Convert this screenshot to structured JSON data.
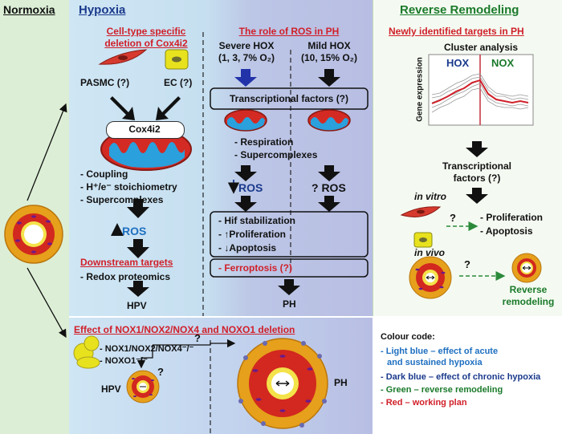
{
  "headers": {
    "normoxia": "Normoxia",
    "hypoxia": "Hypoxia",
    "reverse_remodeling": "Reverse Remodeling"
  },
  "cox": {
    "title_line1": "Cell-type specific",
    "title_line2": "deletion of Cox4i2",
    "pasmc": "PASMC (?)",
    "ec": "EC (?)",
    "cox_label": "Cox4i2",
    "effects": [
      "- Coupling",
      "- H⁺/e⁻ stoichiometry",
      "- Supercomplexes"
    ],
    "ros": "ROS",
    "downstream_title": "Downstream targets",
    "downstream_item": "- Redox proteomics",
    "hpv": "HPV"
  },
  "ros_role": {
    "title": "The role of ROS in PH",
    "severe_line1": "Severe HOX",
    "severe_line2": "(1, 3, 7% O₂)",
    "mild_line1": "Mild HOX",
    "mild_line2": "(10, 15% O₂)",
    "transcriptional": "Transcriptional factors (?)",
    "mito_effects": [
      "- Respiration",
      "- Supercomplexes"
    ],
    "ros_down": "ROS",
    "ros_unknown": "? ROS",
    "outcomes": [
      "- Hif stabilization",
      "- ↑Proliferation",
      "- ↓Apoptosis"
    ],
    "ferroptosis": "- Ferroptosis (?)",
    "ph": "PH"
  },
  "reverse": {
    "title": "Newly identified targets in PH",
    "cluster_title": "Cluster analysis",
    "hox": "HOX",
    "nox": "NOX",
    "ylabel": "Gene expression",
    "tf_line1": "Transcriptional",
    "tf_line2": "factors (?)",
    "in_vitro": "in vitro",
    "in_vivo": "in vivo",
    "question": "?",
    "effects": [
      "- Proliferation",
      "- Apoptosis"
    ],
    "remodel_line1": "Reverse",
    "remodel_line2": "remodeling"
  },
  "nox": {
    "title": "Effect of NOX1/NOX2/NOX4 and NOXO1 deletion",
    "line1": "- NOX1/NOX2/NOX4⁻/⁻",
    "line2": "- NOXO1⁻/⁻",
    "q1": "?",
    "q2": "?",
    "hpv": "HPV",
    "ph": "PH"
  },
  "legend": {
    "title": "Colour code:",
    "light_blue_line1": "- Light blue – effect of acute",
    "light_blue_line2": "  and sustained hypoxia",
    "dark_blue": "- Dark blue – effect of chronic hypoxia",
    "green": "- Green – reverse remodeling",
    "red": "- Red – working plan"
  },
  "colors": {
    "normoxia_bg": "#dff0d8",
    "hypoxia_bg": "#c9e3f2",
    "reverse_bg": "#f6fbf3",
    "accent_red": "#d0202a",
    "dark_blue": "#1a3a8c",
    "light_blue": "#1e6fc0",
    "green": "#1a7a2a"
  }
}
